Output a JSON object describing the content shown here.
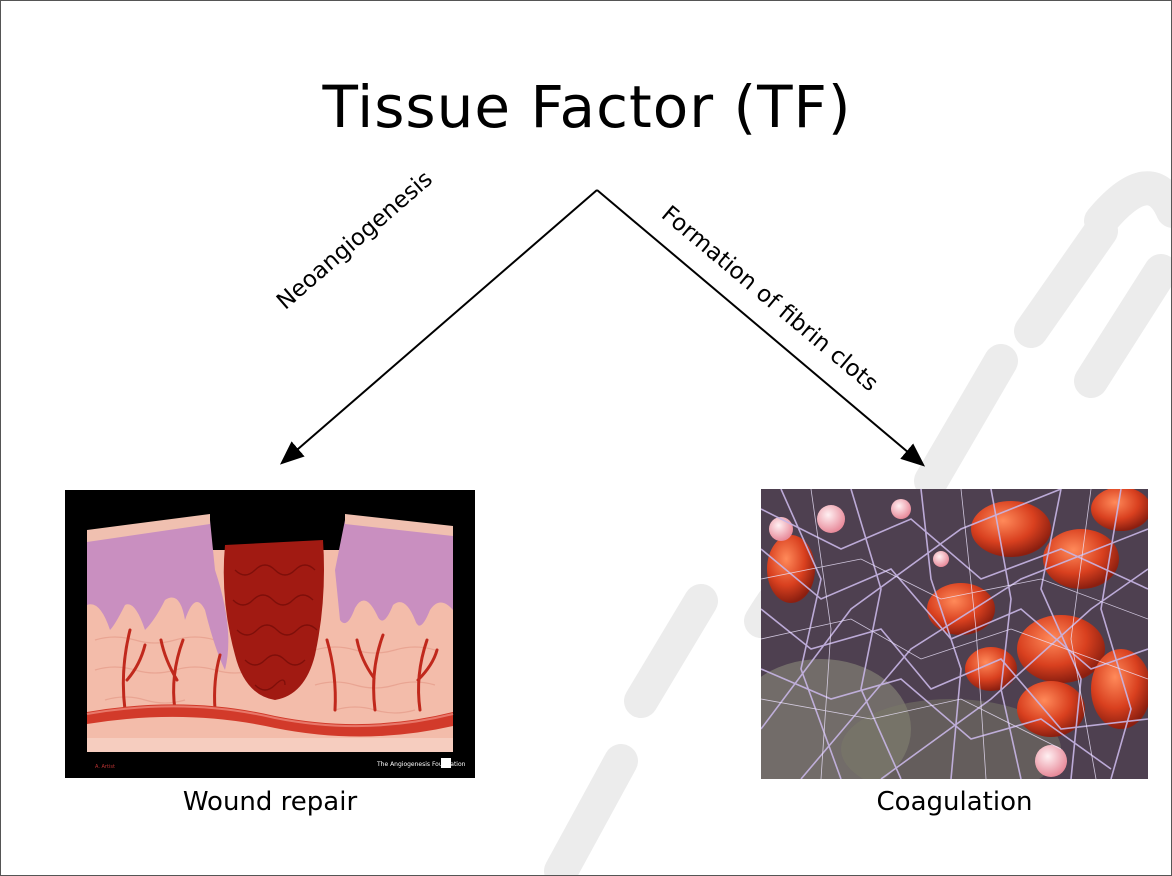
{
  "title": "Tissue Factor (TF)",
  "branches": {
    "left": {
      "label": "Neoangiogenesis",
      "outcome": "Wound repair",
      "figure_credit": "The Angiogenesis Foundation"
    },
    "right": {
      "label": "Formation of fibrin clots",
      "outcome": "Coagulation"
    }
  },
  "colors": {
    "text": "#000000",
    "skin": "#f2b8a8",
    "epidermis": "#c98fc0",
    "clot": "#a11a12",
    "vessel": "#d23a2a",
    "fibrin": "#b9a6d8",
    "rbc": "#e0552e"
  }
}
